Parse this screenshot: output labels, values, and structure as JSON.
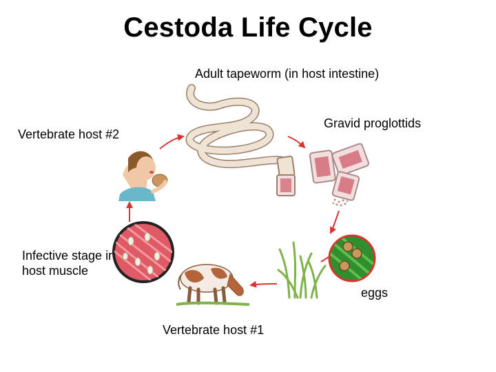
{
  "title": "Cestoda Life Cycle",
  "labels": {
    "adult": "Adult tapeworm (in host intestine)",
    "gravid": "Gravid proglottids",
    "vertebrate_host_2": "Vertebrate host #2",
    "infective": "Infective stage in host muscle",
    "eggs": "eggs",
    "vertebrate_host_1": "Vertebrate host #1"
  },
  "colors": {
    "arrow": "#d8332f",
    "tapeworm_fill": "#efe3d6",
    "tapeworm_stroke": "#9c7f6a",
    "proglottid_fill": "#f2dede",
    "proglottid_inner": "#cf5c6a",
    "muscle": "#e05a66",
    "grass": "#7fb24a",
    "egg_bg": "#2f8f2f",
    "cow_brown": "#b5643a",
    "skin": "#f2c7a5",
    "shirt": "#69b7c9"
  }
}
